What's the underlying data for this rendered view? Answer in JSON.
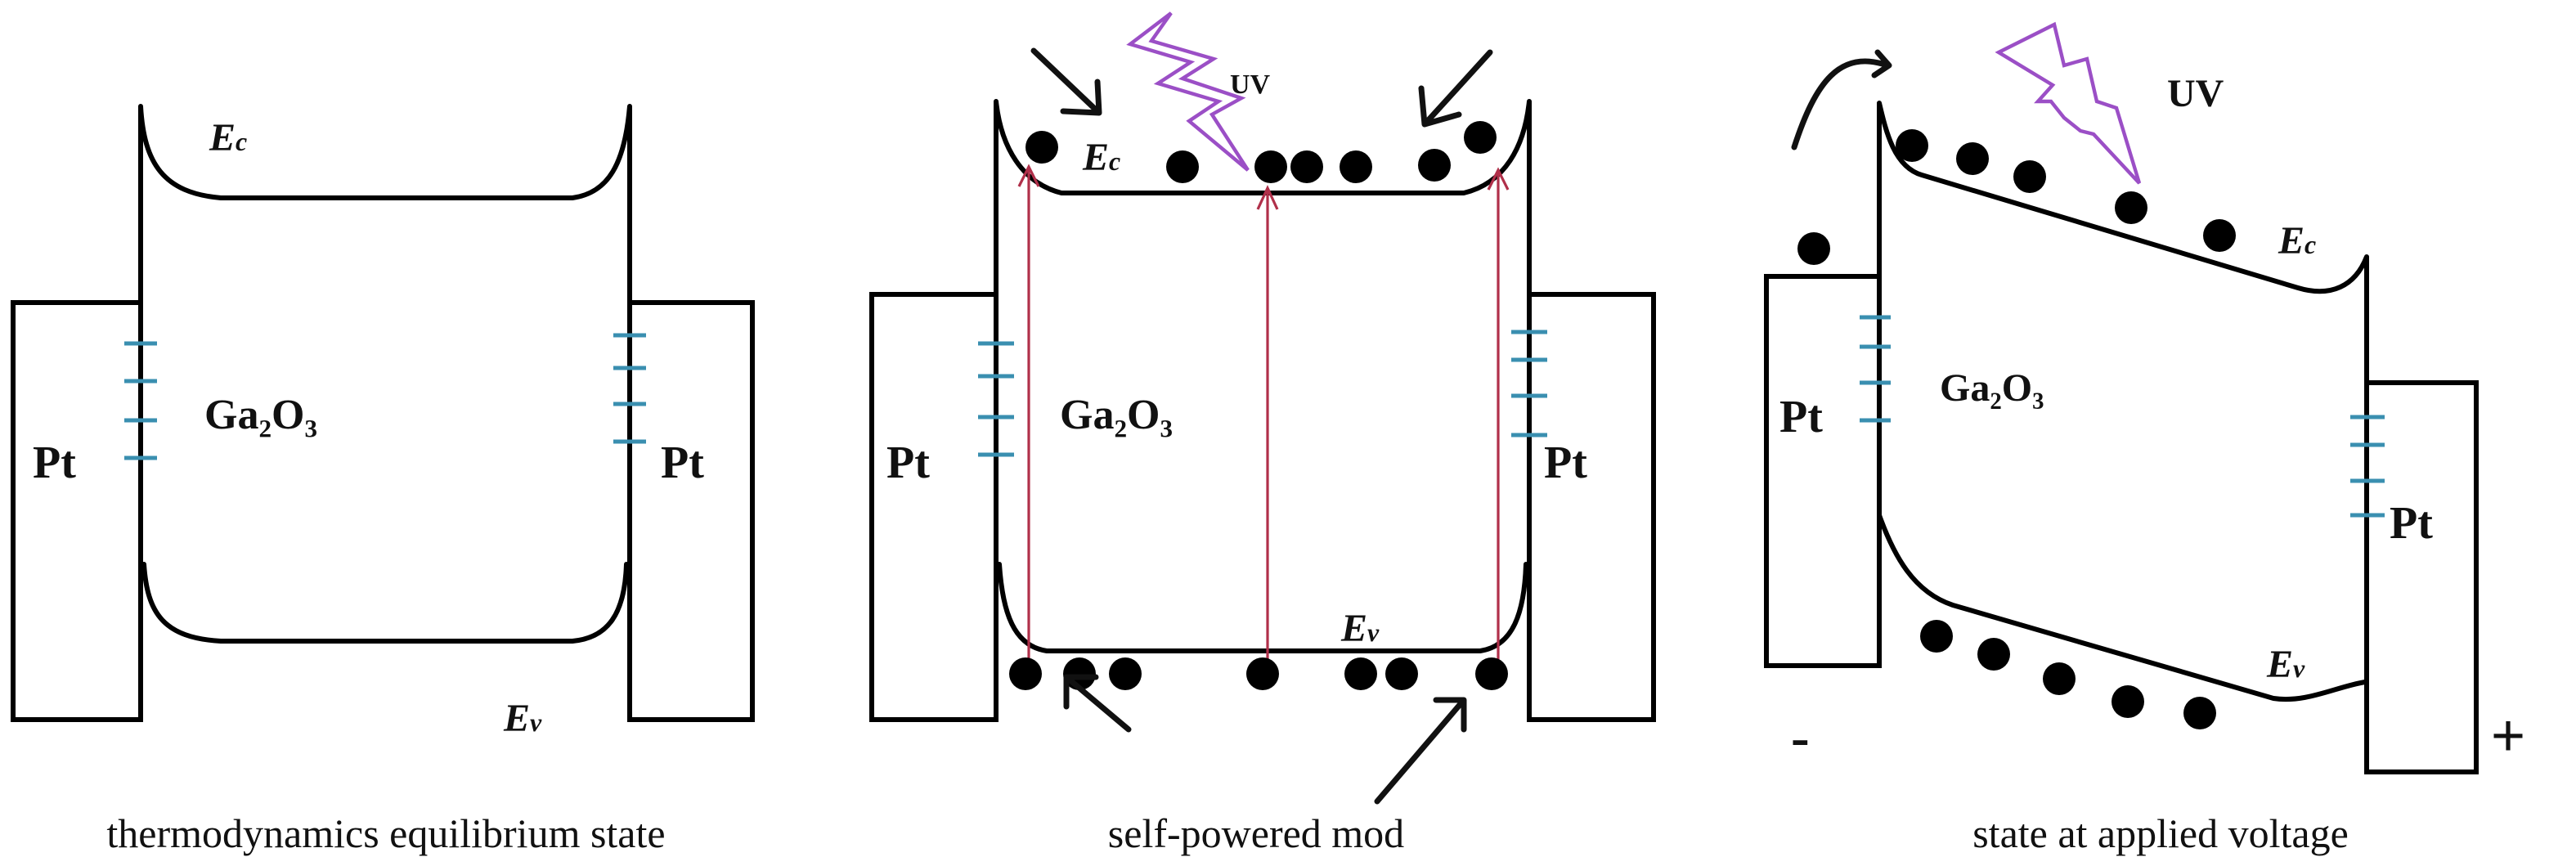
{
  "colors": {
    "trap": "#3a8fb0",
    "uv": "#9b4fc6",
    "transition_arrow": "#b0304a",
    "line": "#000000"
  },
  "panels": [
    {
      "caption": "thermodynamics equilibrium state",
      "semiconductor": "Ga₂O₃",
      "metal_left": "Pt",
      "metal_right": "Pt",
      "ec": "E",
      "ec_sub": "c",
      "ev": "E",
      "ev_sub": "v"
    },
    {
      "caption": "self-powered mod",
      "semiconductor": "Ga₂O₃",
      "metal_left": "Pt",
      "metal_right": "Pt",
      "ec": "E",
      "ec_sub": "c",
      "ev": "E",
      "ev_sub": "v",
      "light": "UV"
    },
    {
      "caption": "state at applied voltage",
      "semiconductor": "Ga₂O₃",
      "metal_left": "Pt",
      "metal_right": "Pt",
      "ec": "E",
      "ec_sub": "c",
      "ev": "E",
      "ev_sub": "v",
      "light": "UV",
      "polarity_left": "-",
      "polarity_right": "+"
    }
  ]
}
